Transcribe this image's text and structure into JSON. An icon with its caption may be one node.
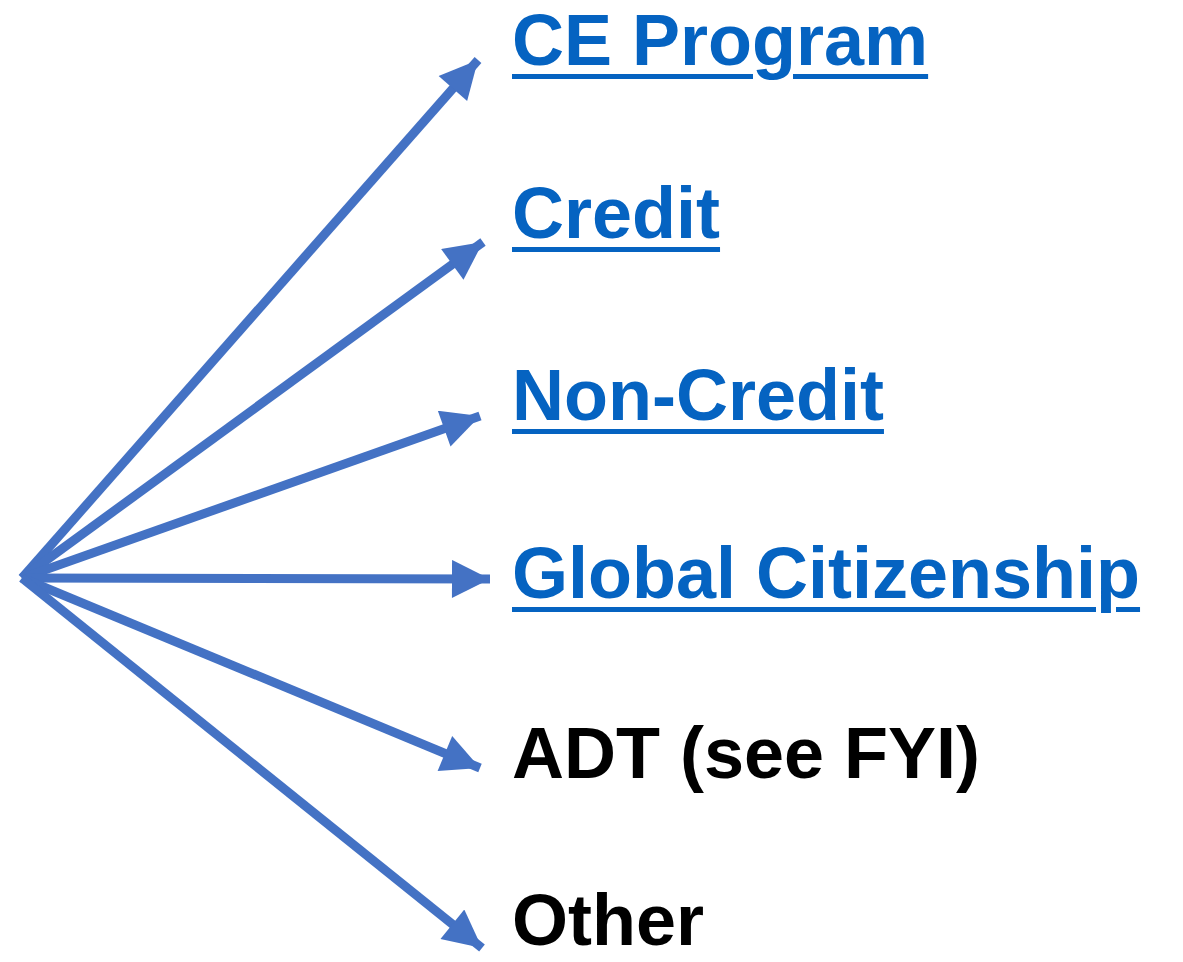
{
  "diagram": {
    "nodes": [
      {
        "text": [
          "CE Program"
        ]
      },
      {
        "text": [
          "Credit"
        ]
      },
      {
        "text": [
          "Non-Credit"
        ]
      },
      {
        "text": [
          "Global Citizenship"
        ]
      },
      {
        "text": [
          "ADT (see FYI)"
        ]
      },
      {
        "text": [
          "Other"
        ]
      }
    ],
    "edges": [
      {
        "from": null,
        "to": 0,
        "arrow": "to"
      },
      {
        "from": null,
        "to": 1,
        "arrow": "to"
      },
      {
        "from": null,
        "to": 2,
        "arrow": "to"
      },
      {
        "from": null,
        "to": 3,
        "arrow": "to"
      },
      {
        "from": null,
        "to": 4,
        "arrow": "to"
      },
      {
        "from": null,
        "to": 5,
        "arrow": "to"
      }
    ]
  }
}
